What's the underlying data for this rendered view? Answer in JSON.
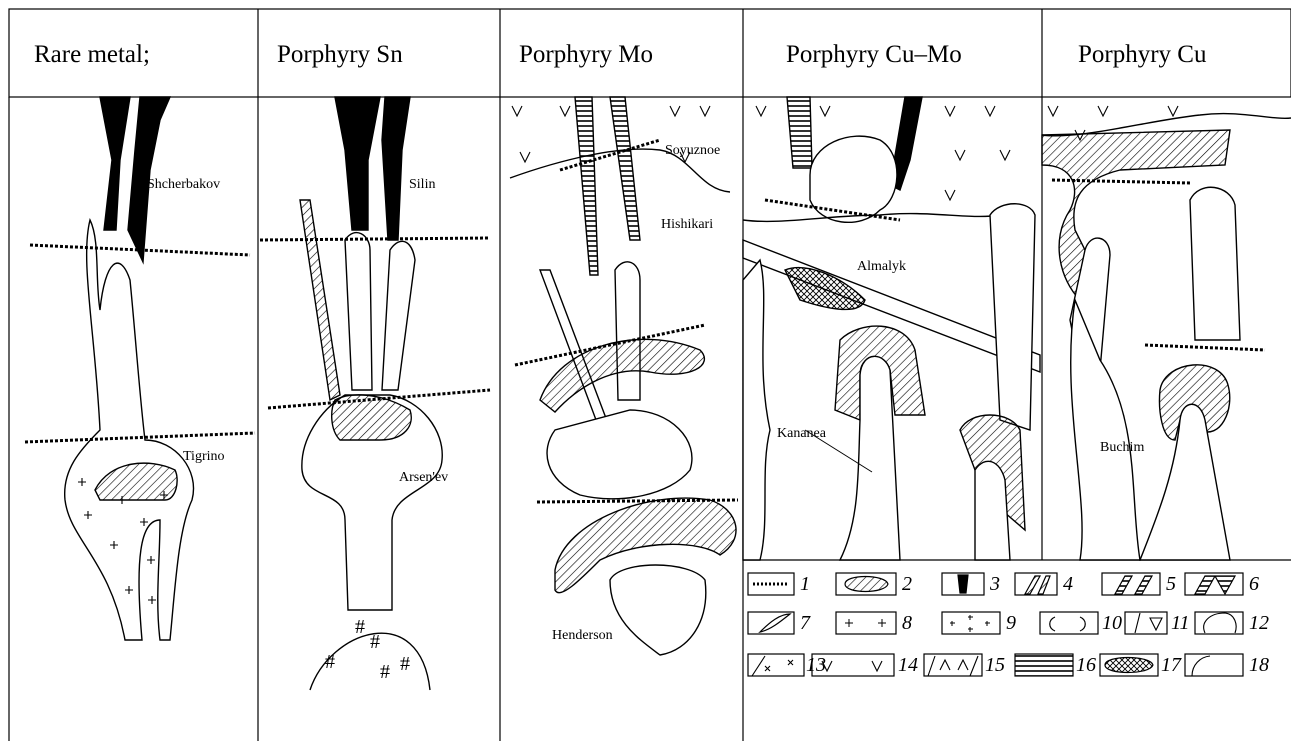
{
  "columns": [
    {
      "title": "Rare metal;"
    },
    {
      "title": "Porphyry Sn"
    },
    {
      "title": "Porphyry Mo"
    },
    {
      "title": "Porphyry Cu–Mo"
    },
    {
      "title": "Porphyry Cu"
    }
  ],
  "deposits": {
    "shcherbakov": "Shcherbakov",
    "tigrino": "Tigrino",
    "silin": "Silin",
    "arsenev": "Arsen'ev",
    "soyuznoe": "Soyuznoe",
    "hishikari": "Hishikari",
    "henderson": "Henderson",
    "almalyk": "Almalyk",
    "kananea": "Kananea",
    "buchim": "Buchim"
  },
  "legend": {
    "numbers": [
      "1",
      "2",
      "3",
      "4",
      "5",
      "6",
      "7",
      "8",
      "9",
      "10",
      "11",
      "12",
      "13",
      "14",
      "15",
      "16",
      "17",
      "18"
    ]
  }
}
